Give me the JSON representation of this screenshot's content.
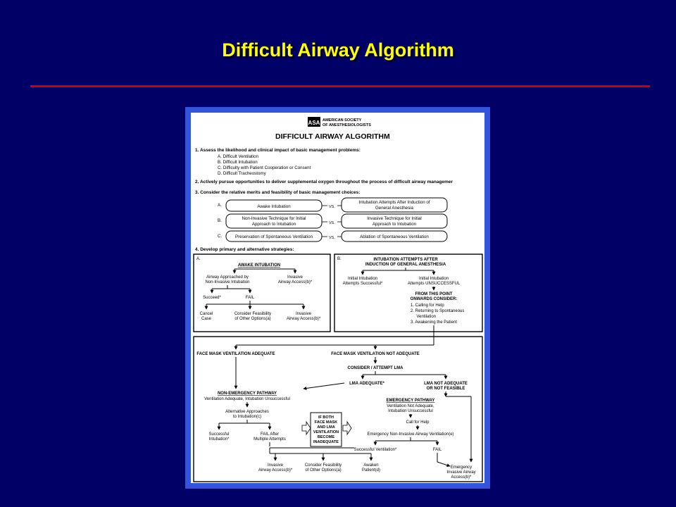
{
  "slide": {
    "title": "Difficult Airway Algorithm",
    "colors": {
      "background": "#000066",
      "title": "#FFFF00",
      "rule": "#CC0000",
      "frame": "#3355DD"
    }
  },
  "logo": {
    "initials": "ASA",
    "line1": "AMERICAN SOCIETY",
    "line2": "OF ANESTHESIOLOGISTS"
  },
  "doc": {
    "title": "DIFFICULT AIRWAY ALGORITHM",
    "step1": "1.  Assess the likelihood and clinical impact of basic management problems:",
    "step1_items": [
      "A.  Difficult Ventilation",
      "B.  Difficult Intubation",
      "C.  Difficulty with Patient Cooperation or Consent",
      "D.  Difficult Tracheostomy"
    ],
    "step2": "2.  Actively pursue opportunities to deliver supplemental oxygen throughout the process of difficult airway managemer",
    "step3": "3.  Consider the relative merits and feasibility of basic management choices:",
    "vs": "VS.",
    "choices": [
      {
        "letter": "A.",
        "left": [
          "Awake Intubation"
        ],
        "right": [
          "Intubation Attempts After Induction of",
          "General Anesthesia"
        ]
      },
      {
        "letter": "B.",
        "left": [
          "Non-Invasive Technique for Initial",
          "Approach to Intubation"
        ],
        "right": [
          "Invasive Technique for Initial",
          "Approach to Intubation"
        ]
      },
      {
        "letter": "C.",
        "left": [
          "Preservation of Spontaneous Ventilation"
        ],
        "right": [
          "Ablation of Spontaneous Ventilation"
        ]
      }
    ],
    "step4": "4.  Develop primary and alternative strategies:",
    "panelA": {
      "letter": "A.",
      "header": "AWAKE INTUBATION",
      "left_node": [
        "Airway Approached by",
        "Non-Invasive Intubation"
      ],
      "right_node": [
        "Invasive",
        "Airway Access(b)*"
      ],
      "succeed": "Succeed*",
      "fail": "FAIL",
      "cancel": [
        "Cancel",
        "Case"
      ],
      "consider": [
        "Consider Feasibility",
        "of Other Options(a)"
      ],
      "invasive": [
        "Invasive",
        "Airway Access(b)*"
      ]
    },
    "panelB": {
      "letter": "B.",
      "header": [
        "INTUBATION ATTEMPTS AFTER",
        "INDUCTION OF GENERAL ANESTHESIA"
      ],
      "left_node": [
        "Initial Intubation",
        "Attempts Successful*"
      ],
      "right_node": [
        "Initial Intubation",
        "Attempts UNSUCCESSFUL"
      ],
      "consider_header": [
        "FROM THIS POINT",
        "ONWARDS CONSIDER:"
      ],
      "options": [
        "1.  Calling for Help",
        "2.  Returning to Spontaneous",
        "     Ventilation",
        "3.  Awakening the Patient"
      ]
    },
    "lower": {
      "fmv_adequate": "FACE MASK VENTILATION ADEQUATE",
      "fmv_not_adequate": "FACE MASK VENTILATION NOT ADEQUATE",
      "consider_lma": "CONSIDER / ATTEMPT LMA",
      "lma_adequate": "LMA ADEQUATE*",
      "lma_not_adequate": [
        "LMA NOT ADEQUATE",
        "OR NOT FEASIBLE"
      ],
      "non_emergency": "NON-EMERGENCY PATHWAY",
      "non_emergency_sub": "Ventilation Adequate, Intubation Unsuccessful",
      "emergency": "EMERGENCY PATHWAY",
      "emergency_sub": [
        "Ventilation Not Adequate,",
        "Intubation Unsuccessful"
      ],
      "alternative": [
        "Alternative Approaches",
        "to Intubation(c)"
      ],
      "if_both": [
        "IF BOTH",
        "FACE MASK",
        "AND LMA",
        "VENTILATION",
        "BECOME",
        "INADEQUATE"
      ],
      "call_help": "Call for Help",
      "emergency_noninvasive": "Emergency Non-Invasive Airway Ventilation(e)",
      "successful_intubation": [
        "Successful",
        "Intubation*"
      ],
      "fail_after": [
        "FAIL After",
        "Multiple Attempts"
      ],
      "successful_ventilation": "Successful Ventilation*",
      "fail": "FAIL",
      "invasive": [
        "Invasive",
        "Airway Access(b)*"
      ],
      "consider": [
        "Consider Feasibility",
        "of Other Options(a)"
      ],
      "awaken": [
        "Awaken",
        "Patient(d)"
      ],
      "emergency_invasive": [
        "Emergency",
        "Invasive Airway",
        "Access(b)*"
      ]
    }
  }
}
